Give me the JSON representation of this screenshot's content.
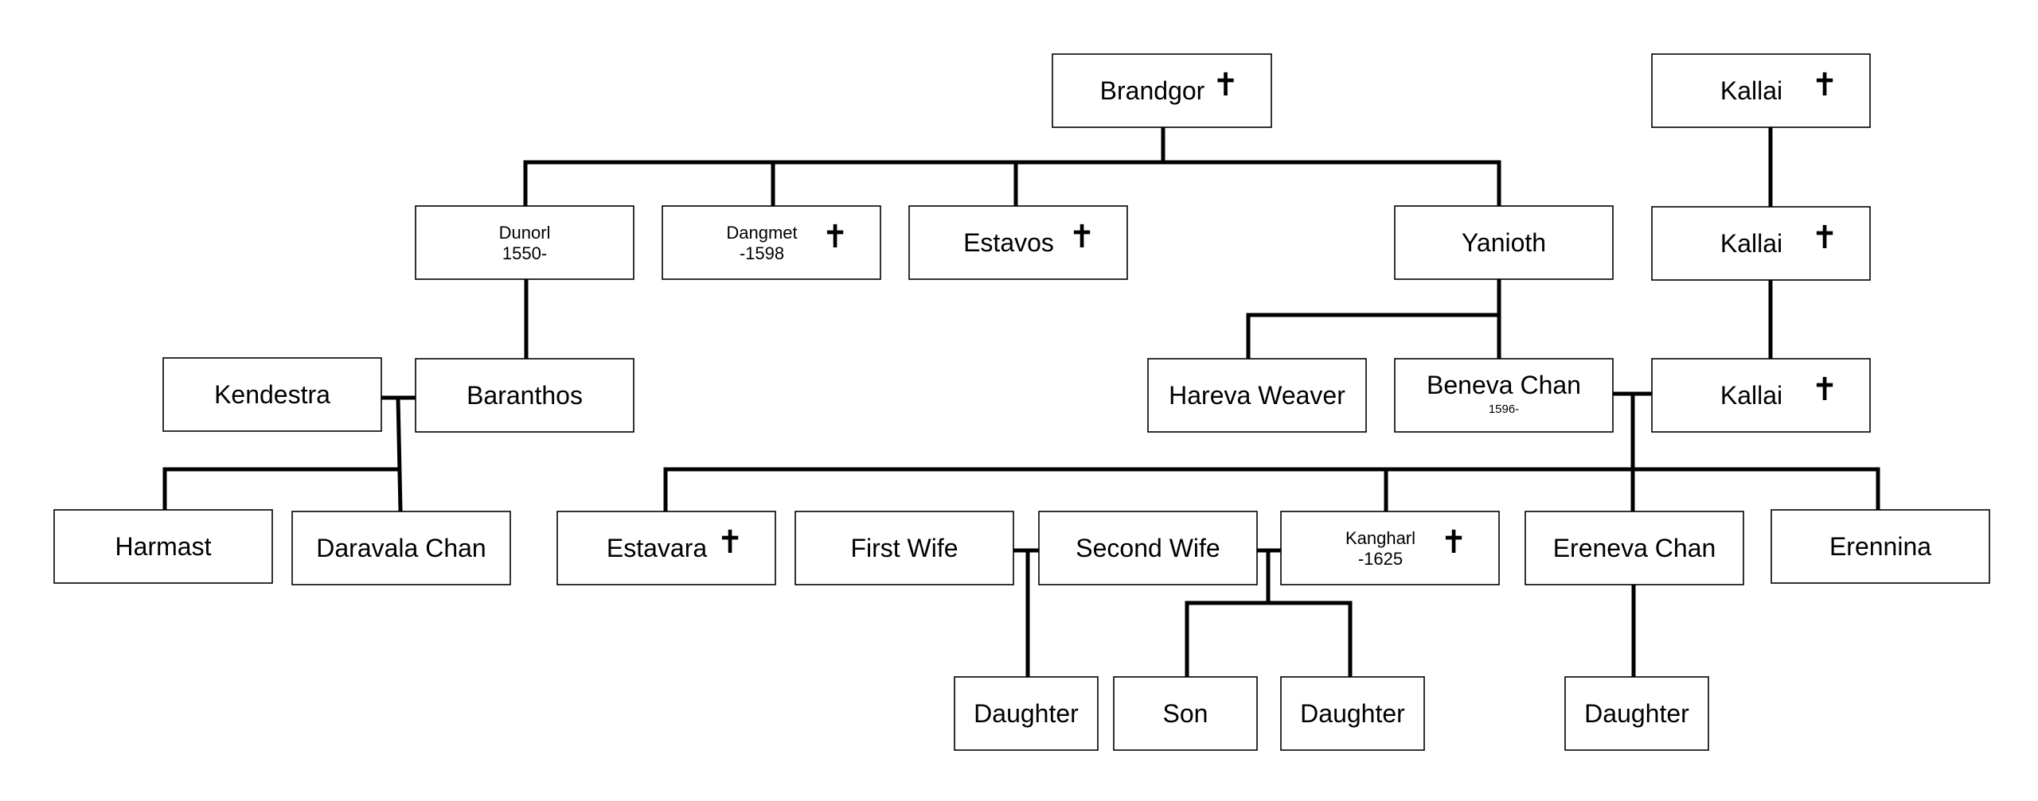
{
  "people": {
    "brandgor": {
      "name": "Brandgor",
      "deceased": "✝"
    },
    "kallai_1": {
      "name": "Kallai",
      "deceased": "✝"
    },
    "kallai_2": {
      "name": "Kallai",
      "deceased": "✝"
    },
    "kallai_3": {
      "name": "Kallai",
      "deceased": "✝"
    },
    "dunorl": {
      "name": "Dunorl",
      "dates": "1550-"
    },
    "dangmet": {
      "name": "Dangmet",
      "dates": "-1598",
      "deceased": "✝"
    },
    "estavos": {
      "name": "Estavos",
      "deceased": "✝"
    },
    "yanioth": {
      "name": "Yanioth"
    },
    "kendestra": {
      "name": "Kendestra"
    },
    "baranthos": {
      "name": "Baranthos"
    },
    "hareva_weaver": {
      "name": "Hareva Weaver"
    },
    "beneva_chan": {
      "name": "Beneva Chan",
      "dates": "1596-"
    },
    "harmast": {
      "name": "Harmast"
    },
    "daravala_chan": {
      "name": "Daravala Chan"
    },
    "estavara": {
      "name": "Estavara",
      "deceased": "✝"
    },
    "first_wife": {
      "name": "First Wife"
    },
    "second_wife": {
      "name": "Second Wife"
    },
    "kangharl": {
      "name": "Kangharl",
      "dates": "-1625",
      "deceased": "✝"
    },
    "ereneva_chan": {
      "name": "Ereneva Chan"
    },
    "erennina": {
      "name": "Erennina"
    },
    "daughter_1": {
      "name": "Daughter"
    },
    "son_1": {
      "name": "Son"
    },
    "daughter_2": {
      "name": "Daughter"
    },
    "daughter_3": {
      "name": "Daughter"
    }
  }
}
